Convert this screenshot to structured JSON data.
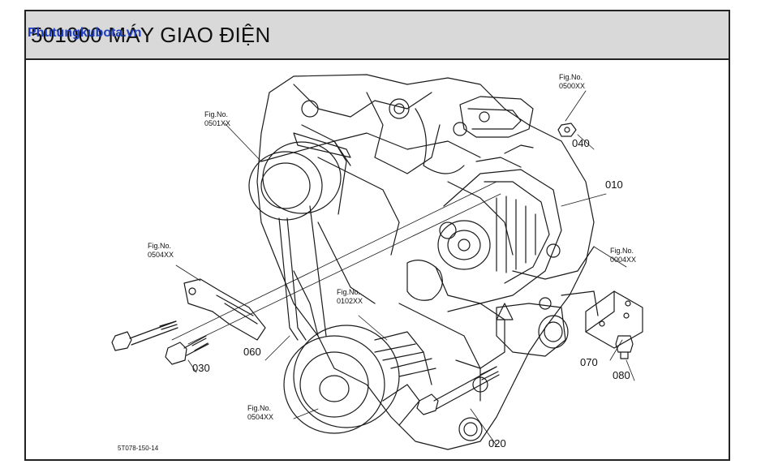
{
  "header": {
    "title": "501000 MÁY GIAO ĐIỆN",
    "watermark": "Phutungkubota.vn"
  },
  "diagram": {
    "fig_refs": [
      {
        "label": "Fig.No.",
        "code": "0501XX"
      },
      {
        "label": "Fig.No.",
        "code": "0500XX"
      },
      {
        "label": "Fig.No.",
        "code": "0504XX"
      },
      {
        "label": "Fig.No.",
        "code": "0004XX"
      },
      {
        "label": "Fig.No.",
        "code": "0102XX"
      },
      {
        "label": "Fig.No.",
        "code": "0504XX"
      }
    ],
    "part_numbers": [
      "040",
      "010",
      "060",
      "030",
      "070",
      "080",
      "020"
    ],
    "drawing_code": "5T078-150-14"
  }
}
